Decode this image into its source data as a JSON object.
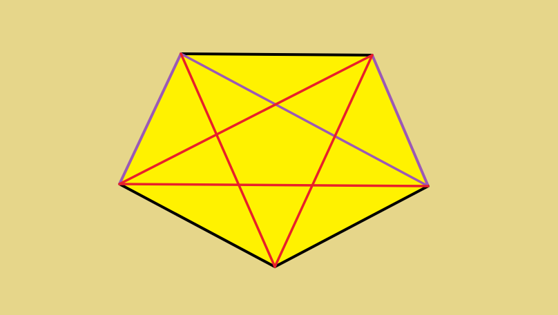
{
  "diagram": {
    "background_color": "#e6d68a",
    "fill_color": "#fff200",
    "outline_color": "#000000",
    "side_color": "#9b59b6",
    "star_color": "#e8202a",
    "vertices": [
      "top-left",
      "top-right",
      "right",
      "bottom",
      "left"
    ],
    "pentagon_edges": [
      {
        "from": "top-left",
        "to": "top-right",
        "color": "#000000"
      },
      {
        "from": "top-right",
        "to": "right",
        "color": "#9b59b6"
      },
      {
        "from": "right",
        "to": "bottom",
        "color": "#000000"
      },
      {
        "from": "bottom",
        "to": "left",
        "color": "#000000"
      },
      {
        "from": "left",
        "to": "top-left",
        "color": "#9b59b6"
      }
    ],
    "diagonals": [
      {
        "from": "top-left",
        "to": "right",
        "color": "#9b59b6"
      },
      {
        "from": "top-left",
        "to": "bottom",
        "color": "#e8202a"
      },
      {
        "from": "top-right",
        "to": "left",
        "color": "#e8202a"
      },
      {
        "from": "top-right",
        "to": "bottom",
        "color": "#e8202a"
      },
      {
        "from": "left",
        "to": "right",
        "color": "#e8202a"
      }
    ]
  }
}
